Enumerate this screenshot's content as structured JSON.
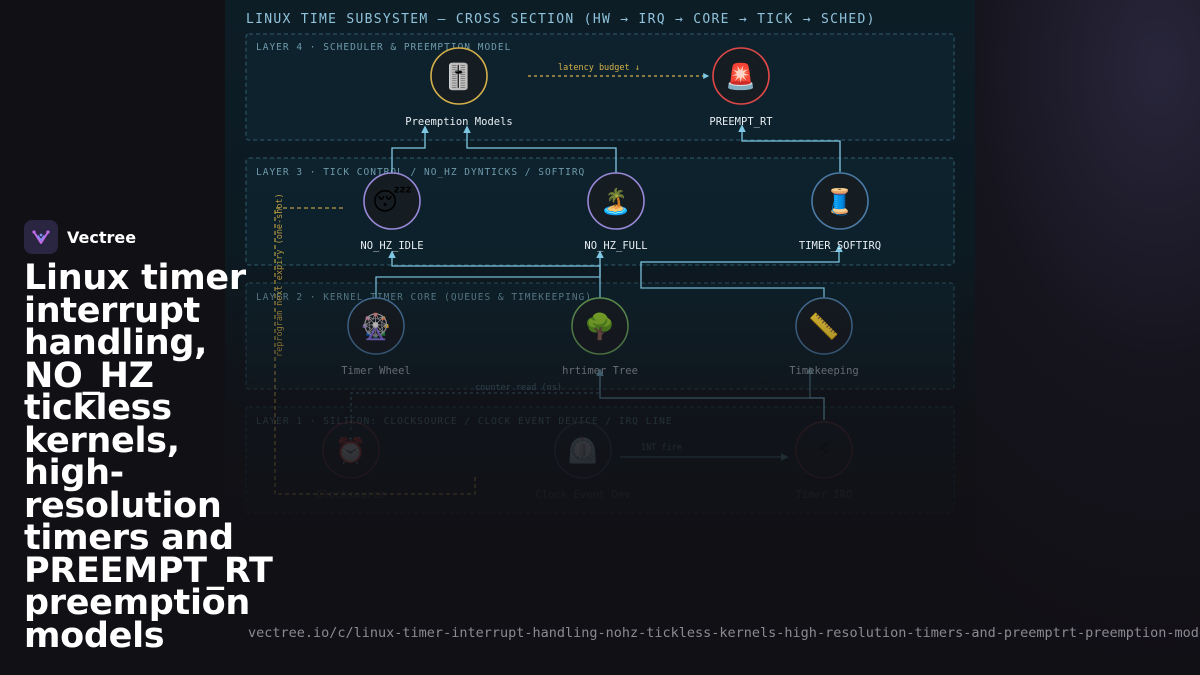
{
  "brand": {
    "name": "Vectree"
  },
  "headline": "Linux timer interrupt handling, NO_HZ tickless kernels, high-resolution timers and PREEMPT_RT preemption models",
  "url": "vectree.io/c/linux-timer-interrupt-handling-nohz-tickless-kernels-high-resolution-timers-and-preemptrt-preemption-models",
  "diagram": {
    "title": "LINUX TIME SUBSYSTEM — CROSS SECTION (HW → IRQ → CORE → TICK → SCHED)",
    "layers": [
      {
        "label": "LAYER 4 · SCHEDULER & PREEMPTION MODEL"
      },
      {
        "label": "LAYER 3 · TICK CONTROL / NO_HZ DYNTICKS / SOFTIRQ"
      },
      {
        "label": "LAYER 2 · KERNEL TIMER CORE (QUEUES & TIMEKEEPING)"
      },
      {
        "label": "LAYER 1 · SILICON: CLOCKSOURCE / CLOCK EVENT DEVICE / IRQ LINE"
      }
    ],
    "nodes": {
      "preemption_models": {
        "label": "Preemption Models",
        "icon": "🎚️"
      },
      "preempt_rt": {
        "label": "PREEMPT_RT",
        "icon": "🚨"
      },
      "nohz_idle": {
        "label": "NO_HZ_IDLE",
        "icon": "😴"
      },
      "nohz_full": {
        "label": "NO_HZ_FULL",
        "icon": "🏝️"
      },
      "timer_softirq": {
        "label": "TIMER_SOFTIRQ",
        "icon": "🧵"
      },
      "timer_wheel": {
        "label": "Timer Wheel",
        "icon": "🎡"
      },
      "hrtimer_tree": {
        "label": "hrtimer Tree",
        "icon": "🌳"
      },
      "timekeeping": {
        "label": "Timekeeping",
        "icon": "📏"
      },
      "clocksource": {
        "label": "Clocksource",
        "icon": "⏰"
      },
      "clock_event_dev": {
        "label": "Clock Event Dev",
        "icon": "⏲️"
      },
      "timer_irq": {
        "label": "Timer IRQ",
        "icon": "⚡"
      }
    },
    "annotations": {
      "latency_budget": "latency budget ↓",
      "reprogram": "reprogram next expiry (one-shot)",
      "counter_read": "counter read (ns)",
      "int_fire": "INT fire"
    },
    "colors": {
      "accent": "#7ec8e3",
      "gold": "#d4b04a",
      "red": "#e04848",
      "violet": "#9a88d8",
      "green": "#6aa65a",
      "blue": "#4a7ba6"
    }
  }
}
